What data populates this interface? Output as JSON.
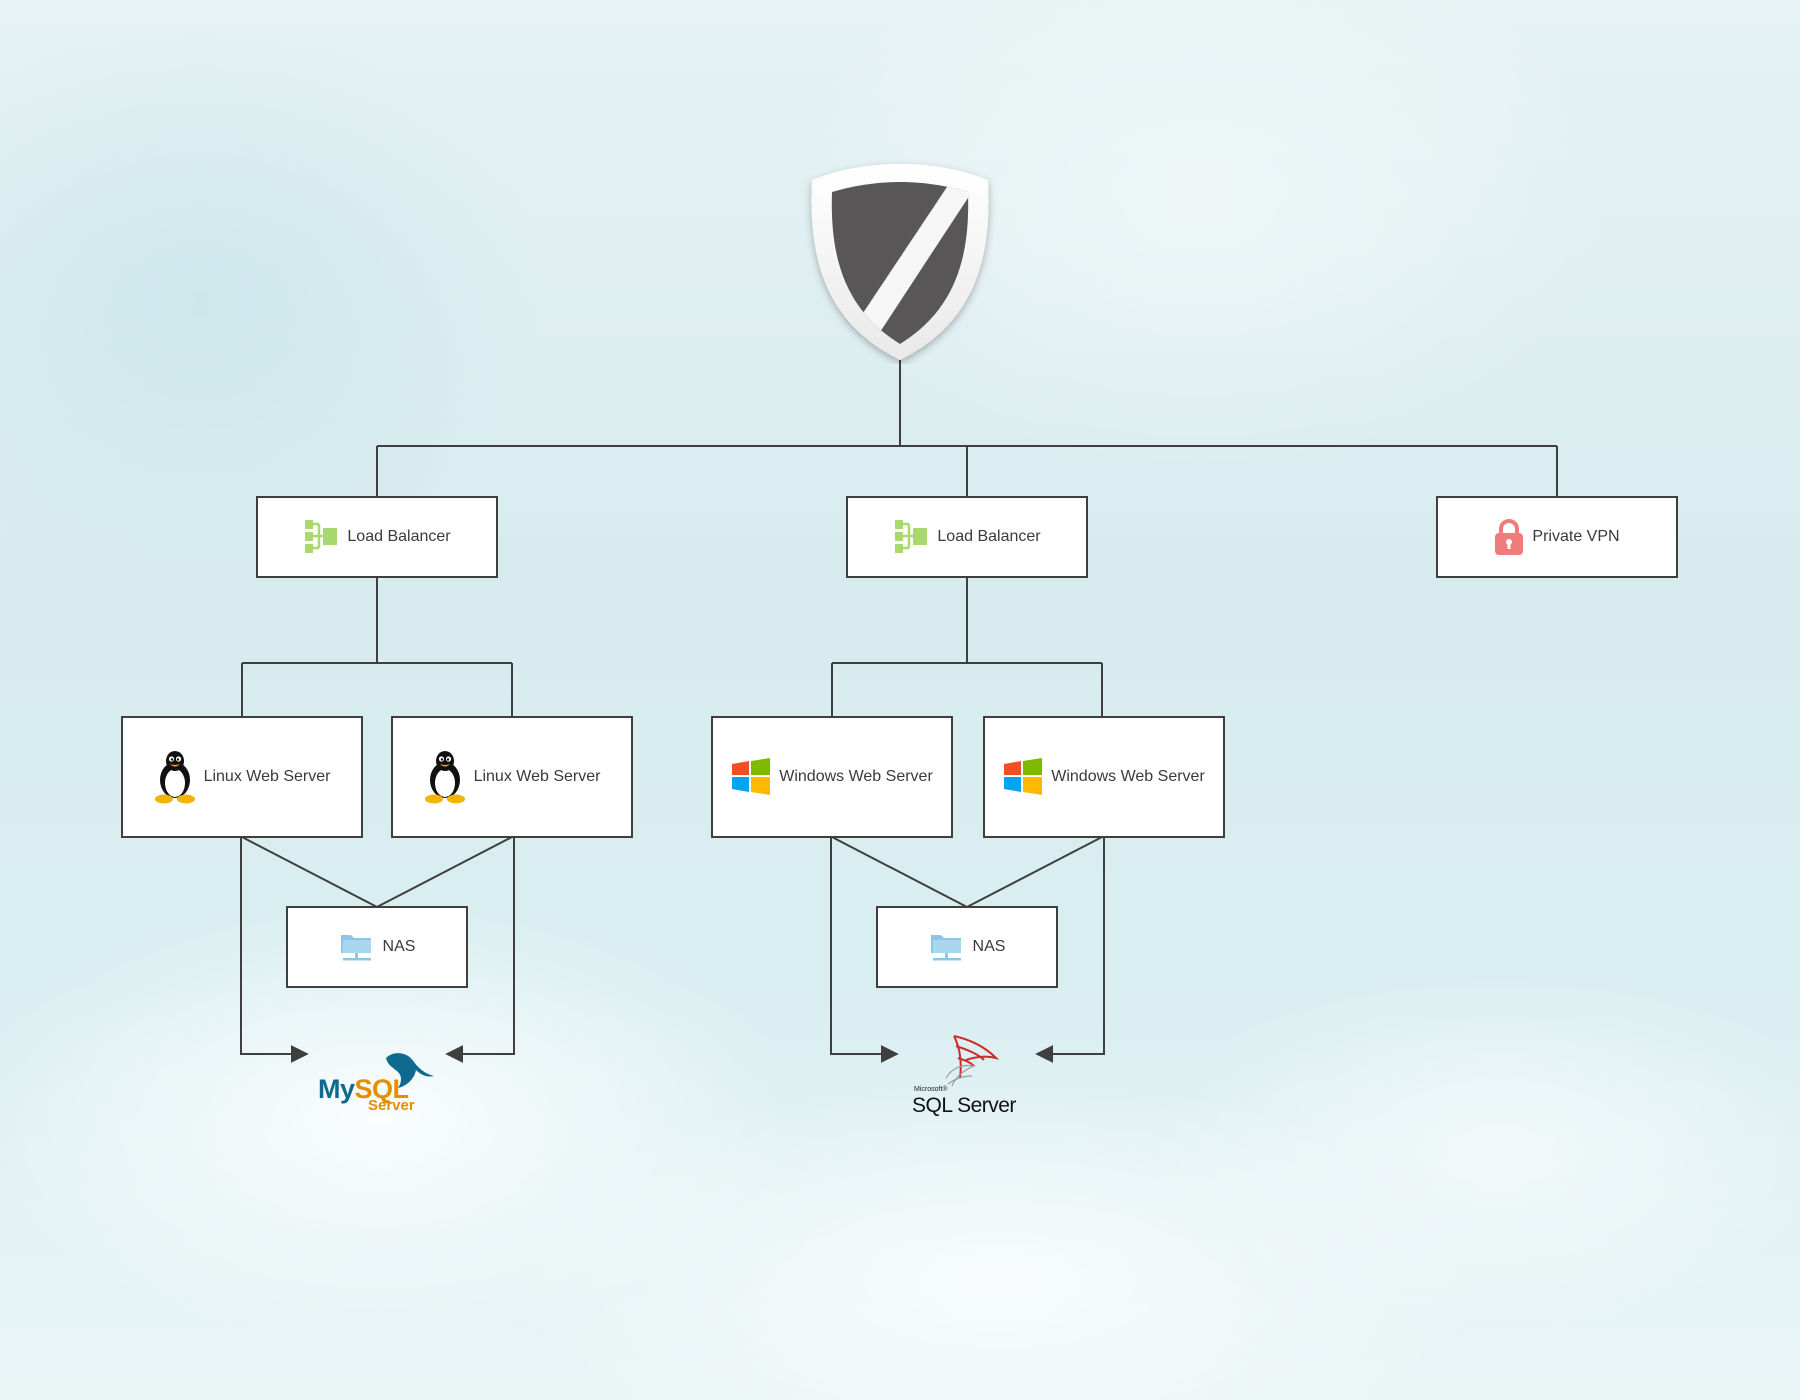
{
  "colors": {
    "line": "#3f3f3f",
    "load_balancer_icon": "#a8d86e",
    "vpn_lock": "#ef7b7b",
    "nas_icon": "#8cc8e6",
    "shield_dark": "#5a5858",
    "mysql_blue": "#0f6a8f",
    "mysql_orange": "#e48e00",
    "sqlserver_red": "#d02a2a"
  },
  "top": {
    "icon": "shield-icon"
  },
  "tier1": {
    "lb_left": {
      "label": "Load Balancer",
      "icon": "load-balancer-icon"
    },
    "lb_center": {
      "label": "Load Balancer",
      "icon": "load-balancer-icon"
    },
    "vpn": {
      "label": "Private VPN",
      "icon": "lock-icon"
    }
  },
  "servers": {
    "linux_1": {
      "label": "Linux Web Server",
      "icon": "linux-tux-icon"
    },
    "linux_2": {
      "label": "Linux Web Server",
      "icon": "linux-tux-icon"
    },
    "windows_1": {
      "label": "Windows Web Server",
      "icon": "windows-logo-icon"
    },
    "windows_2": {
      "label": "Windows Web Server",
      "icon": "windows-logo-icon"
    }
  },
  "storage": {
    "nas_left": {
      "label": "NAS",
      "icon": "nas-folder-icon"
    },
    "nas_right": {
      "label": "NAS",
      "icon": "nas-folder-icon"
    }
  },
  "databases": {
    "mysql": {
      "brand_my": "My",
      "brand_sql": "SQL",
      "sub": "Server"
    },
    "sqlserver": {
      "maker": "Microsoft®",
      "product": "SQL Server"
    }
  }
}
